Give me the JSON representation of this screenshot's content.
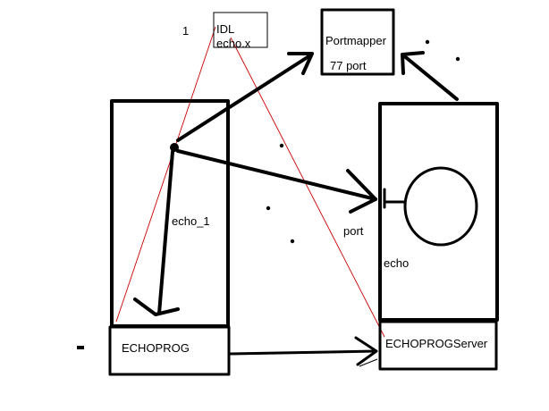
{
  "labels": {
    "number_marker": "1",
    "idl_title": "IDL",
    "idl_file": "echo.x",
    "portmapper": "Portmapper",
    "portmapper_port": "77 port",
    "echo_1": "echo_1",
    "port": "port",
    "echo": "echo",
    "echoprog": "ECHOPROG",
    "echoprog_server": "ECHOPROGServer"
  },
  "colors": {
    "ink": "#000000",
    "red_line": "#cc0000",
    "background": "#ffffff"
  }
}
